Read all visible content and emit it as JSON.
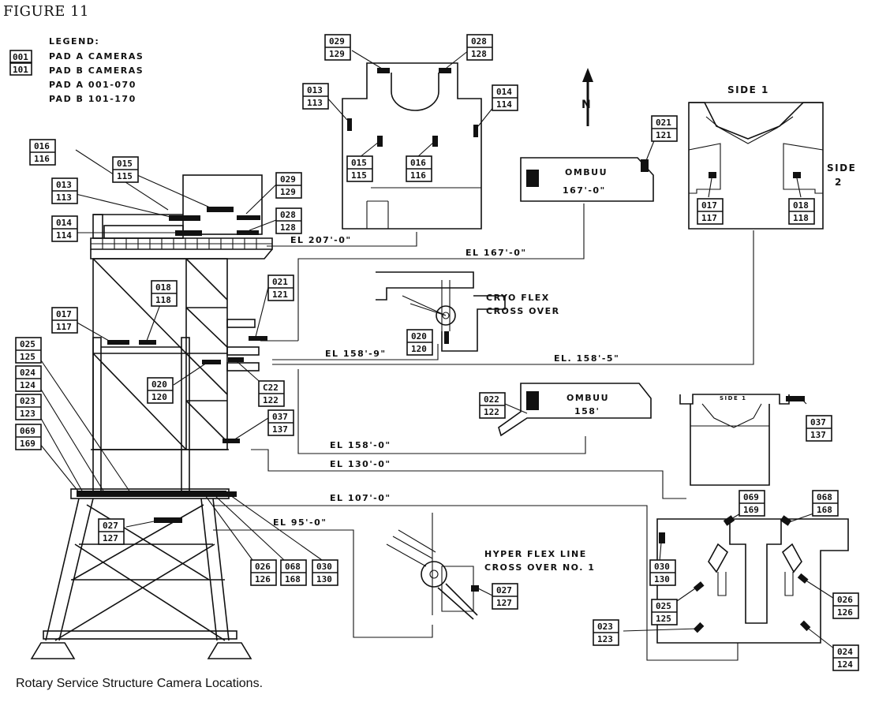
{
  "figure_title": "FIGURE 11",
  "caption": "Rotary Service Structure Camera Locations.",
  "legend": {
    "heading": "LEGEND:",
    "entries": [
      {
        "tag_a": "001",
        "tag_b": "101"
      },
      {
        "text": "PAD A CAMERAS"
      },
      {
        "text": "PAD B CAMERAS"
      },
      {
        "text": "PAD A 001-070"
      },
      {
        "text": "PAD B 101-170"
      }
    ]
  },
  "north": "N",
  "views": {
    "ombuu_167": {
      "name": "OMBUU",
      "elevation": "167'-0\""
    },
    "ombuu_158": {
      "name": "OMBUU",
      "elevation": "158'"
    },
    "side1": "SIDE 1",
    "side1_small": "SIDE 1",
    "side2_a": "SIDE",
    "side2_b": "2",
    "cryo_a": "CRYO FLEX",
    "cryo_b": "CROSS OVER",
    "hyper_a": "HYPER FLEX LINE",
    "hyper_b": "CROSS OVER NO. 1"
  },
  "elevations": {
    "el207": "EL 207'-0\"",
    "el167": "EL 167'-0\"",
    "el158_9": "EL 158'-9\"",
    "el158_5": "EL. 158'-5\"",
    "el158_0": "EL 158'-0\"",
    "el130": "EL 130'-0\"",
    "el107": "EL 107'-0\"",
    "el95": "EL 95'-0\""
  },
  "cameras": [
    {
      "id": "c029a",
      "a": "029",
      "b": "129"
    },
    {
      "id": "c028a",
      "a": "028",
      "b": "128"
    },
    {
      "id": "c013a",
      "a": "013",
      "b": "113"
    },
    {
      "id": "c014a",
      "a": "014",
      "b": "114"
    },
    {
      "id": "c015a",
      "a": "015",
      "b": "115"
    },
    {
      "id": "c016a",
      "a": "016",
      "b": "116"
    },
    {
      "id": "c021a",
      "a": "021",
      "b": "121"
    },
    {
      "id": "c017a",
      "a": "017",
      "b": "117"
    },
    {
      "id": "c018a",
      "a": "018",
      "b": "118"
    },
    {
      "id": "c016b",
      "a": "016",
      "b": "116"
    },
    {
      "id": "c015b",
      "a": "015",
      "b": "115"
    },
    {
      "id": "c013b",
      "a": "013",
      "b": "113"
    },
    {
      "id": "c029b",
      "a": "029",
      "b": "129"
    },
    {
      "id": "c028b",
      "a": "028",
      "b": "128"
    },
    {
      "id": "c014b",
      "a": "014",
      "b": "114"
    },
    {
      "id": "c021b",
      "a": "021",
      "b": "121"
    },
    {
      "id": "c018b",
      "a": "018",
      "b": "118"
    },
    {
      "id": "c017b",
      "a": "017",
      "b": "117"
    },
    {
      "id": "c025",
      "a": "025",
      "b": "125"
    },
    {
      "id": "c024",
      "a": "024",
      "b": "124"
    },
    {
      "id": "c023",
      "a": "023",
      "b": "123"
    },
    {
      "id": "c069",
      "a": "069",
      "b": "169"
    },
    {
      "id": "c020a",
      "a": "020",
      "b": "120"
    },
    {
      "id": "c020b",
      "a": "020",
      "b": "120"
    },
    {
      "id": "c022a",
      "a": "C22",
      "b": "122"
    },
    {
      "id": "c022b",
      "a": "022",
      "b": "122"
    },
    {
      "id": "c037a",
      "a": "037",
      "b": "137"
    },
    {
      "id": "c037b",
      "a": "037",
      "b": "137"
    },
    {
      "id": "c027a",
      "a": "027",
      "b": "127"
    },
    {
      "id": "c027b",
      "a": "027",
      "b": "127"
    },
    {
      "id": "c026",
      "a": "026",
      "b": "126"
    },
    {
      "id": "c068",
      "a": "068",
      "b": "168"
    },
    {
      "id": "c030",
      "a": "030",
      "b": "130"
    },
    {
      "id": "c069b",
      "a": "069",
      "b": "169"
    },
    {
      "id": "c068b",
      "a": "068",
      "b": "168"
    },
    {
      "id": "c030b",
      "a": "030",
      "b": "130"
    },
    {
      "id": "c025b",
      "a": "025",
      "b": "125"
    },
    {
      "id": "c026b",
      "a": "026",
      "b": "126"
    },
    {
      "id": "c023b",
      "a": "023",
      "b": "123"
    },
    {
      "id": "c024b",
      "a": "024",
      "b": "124"
    }
  ]
}
